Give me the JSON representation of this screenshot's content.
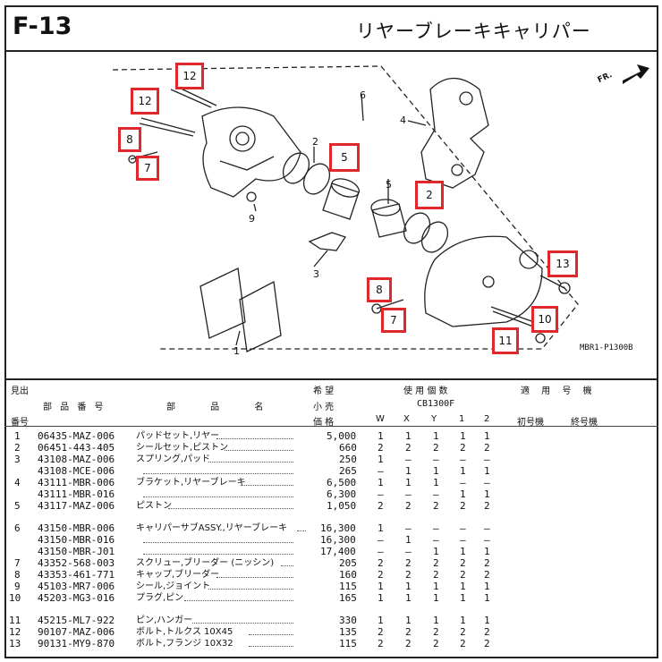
{
  "header": {
    "code": "F-13",
    "title": "リヤーブレーキキャリパー"
  },
  "diagram": {
    "fr_label": "FR.",
    "code": "MBR1-P1300B",
    "callouts": [
      "12",
      "12",
      "8",
      "7",
      "5",
      "2",
      "13",
      "8",
      "7",
      "10",
      "11"
    ],
    "plain_labels": [
      "6",
      "4",
      "2",
      "5",
      "9",
      "3",
      "1"
    ]
  },
  "table": {
    "headers": {
      "ref": "見出",
      "ref2": "番号",
      "partno": "部 品 番 号",
      "name": "部 品 名",
      "price1": "希 望",
      "price2": "小 売",
      "price3": "価 格",
      "qty": "使 用 個 数",
      "model": "CB1300F",
      "cols": [
        "W",
        "X",
        "Y",
        "1",
        "2"
      ],
      "apply": "適 用 号 機",
      "first": "初号機",
      "last": "終号機"
    },
    "rows": [
      {
        "ref": "1",
        "partno": "06435-MAZ-006",
        "name": "パッドセット,リヤー",
        "price": "5,000",
        "q": [
          "1",
          "1",
          "1",
          "1",
          "1"
        ]
      },
      {
        "ref": "2",
        "partno": "06451-443-405",
        "name": "シールセット,ピストン",
        "price": "660",
        "q": [
          "2",
          "2",
          "2",
          "2",
          "2"
        ]
      },
      {
        "ref": "3",
        "partno": "43108-MAZ-006",
        "name": "スプリング,パッド",
        "price": "250",
        "q": [
          "1",
          "—",
          "—",
          "—",
          "—"
        ]
      },
      {
        "ref": "",
        "partno": "43108-MCE-006",
        "name": "",
        "price": "265",
        "q": [
          "—",
          "1",
          "1",
          "1",
          "1"
        ]
      },
      {
        "ref": "4",
        "partno": "43111-MBR-006",
        "name": "ブラケット,リヤーブレーキ",
        "price": "6,500",
        "q": [
          "1",
          "1",
          "1",
          "—",
          "—"
        ]
      },
      {
        "ref": "",
        "partno": "43111-MBR-016",
        "name": "",
        "price": "6,300",
        "q": [
          "—",
          "—",
          "—",
          "1",
          "1"
        ]
      },
      {
        "ref": "5",
        "partno": "43117-MAZ-006",
        "name": "ピストン",
        "price": "1,050",
        "q": [
          "2",
          "2",
          "2",
          "2",
          "2"
        ]
      },
      {
        "ref": "6",
        "partno": "43150-MBR-006",
        "name": "キャリパーサブASSY.,リヤーブレーキ",
        "price": "16,300",
        "q": [
          "1",
          "—",
          "—",
          "—",
          "—"
        ]
      },
      {
        "ref": "",
        "partno": "43150-MBR-016",
        "name": "",
        "price": "16,300",
        "q": [
          "—",
          "1",
          "—",
          "—",
          "—"
        ]
      },
      {
        "ref": "",
        "partno": "43150-MBR-J01",
        "name": "",
        "price": "17,400",
        "q": [
          "—",
          "—",
          "1",
          "1",
          "1"
        ]
      },
      {
        "ref": "7",
        "partno": "43352-568-003",
        "name": "スクリュー,ブリーダー (ニッシン)",
        "price": "205",
        "q": [
          "2",
          "2",
          "2",
          "2",
          "2"
        ]
      },
      {
        "ref": "8",
        "partno": "43353-461-771",
        "name": "キャップ,ブリーダー",
        "price": "160",
        "q": [
          "2",
          "2",
          "2",
          "2",
          "2"
        ]
      },
      {
        "ref": "9",
        "partno": "45103-MR7-006",
        "name": "シール,ジョイント",
        "price": "115",
        "q": [
          "1",
          "1",
          "1",
          "1",
          "1"
        ]
      },
      {
        "ref": "10",
        "partno": "45203-MG3-016",
        "name": "プラグ,ピン",
        "price": "165",
        "q": [
          "1",
          "1",
          "1",
          "1",
          "1"
        ]
      },
      {
        "ref": "11",
        "partno": "45215-ML7-922",
        "name": "ピン,ハンガー",
        "price": "330",
        "q": [
          "1",
          "1",
          "1",
          "1",
          "1"
        ]
      },
      {
        "ref": "12",
        "partno": "90107-MAZ-006",
        "name": "ボルト,トルクス 10X45",
        "price": "135",
        "q": [
          "2",
          "2",
          "2",
          "2",
          "2"
        ]
      },
      {
        "ref": "13",
        "partno": "90131-MY9-870",
        "name": "ボルト,フランジ 10X32",
        "price": "115",
        "q": [
          "2",
          "2",
          "2",
          "2",
          "2"
        ]
      }
    ]
  }
}
